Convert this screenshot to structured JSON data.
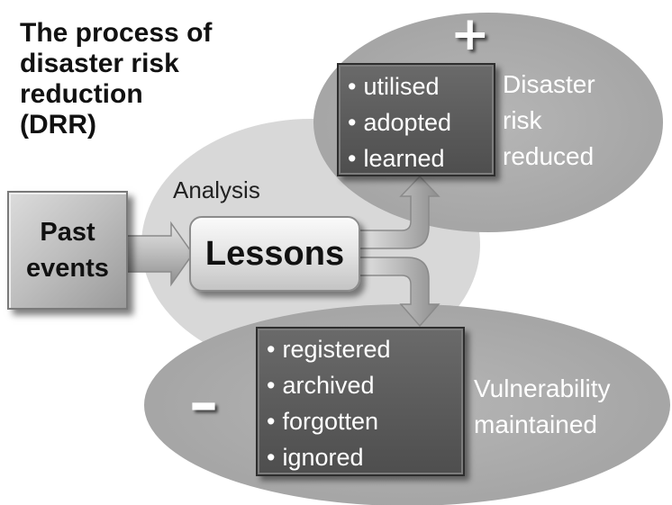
{
  "title": {
    "lines": [
      "The process of",
      "disaster risk",
      "reduction",
      "(DRR)"
    ]
  },
  "past_events": {
    "lines": [
      "Past",
      "events"
    ]
  },
  "analysis_label": "Analysis",
  "lessons_label": "Lessons",
  "positive": {
    "sign": "+",
    "items": [
      "utilised",
      "adopted",
      "learned"
    ],
    "outcome_lines": [
      "Disaster",
      "risk",
      "reduced"
    ]
  },
  "negative": {
    "sign": "–",
    "items": [
      "registered",
      "archived",
      "forgotten",
      "ignored"
    ],
    "outcome_lines": [
      "Vulnerability",
      "maintained"
    ]
  },
  "colors": {
    "ellipse_light": "#d6d6d6",
    "ellipse_mid": "#aaaaaa",
    "box_dark": "#565656",
    "arrow": "#bbbbbb"
  }
}
